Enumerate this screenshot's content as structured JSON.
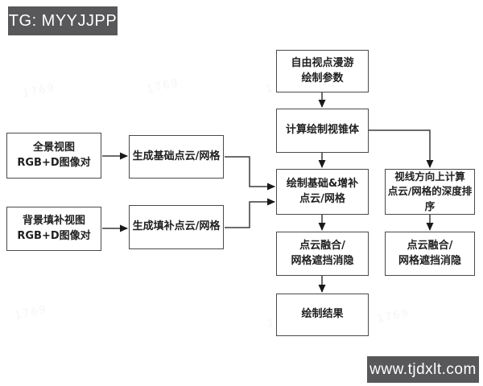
{
  "badges": {
    "top_left": {
      "text": "TG: MYYJJPP",
      "bg": "#58585a",
      "color": "#ffffff"
    },
    "bottom_right": {
      "text": "www.tjdxlt.com",
      "bg": "#58585a",
      "color": "#ffffff"
    }
  },
  "diagram": {
    "type": "flowchart",
    "nodes": [
      {
        "id": "panorama-input",
        "lines": [
          "全景视图",
          "RGB+D图像对"
        ]
      },
      {
        "id": "bgfill-input",
        "lines": [
          "背景填补视图",
          "RGB+D图像对"
        ]
      },
      {
        "id": "gen-base-cloud",
        "lines": [
          "生成基础点云/网格"
        ]
      },
      {
        "id": "gen-fill-cloud",
        "lines": [
          "生成填补点云/网格"
        ]
      },
      {
        "id": "free-viewpoint",
        "lines": [
          "自由视点漫游",
          "绘制参数"
        ]
      },
      {
        "id": "compute-frustum",
        "lines": [
          "计算绘制视锥体"
        ]
      },
      {
        "id": "render-base-supp",
        "lines": [
          "绘制基础&增补",
          "点云/网格"
        ]
      },
      {
        "id": "depth-sort",
        "lines": [
          "视线方向上计算",
          "点云/网格的深度排序"
        ]
      },
      {
        "id": "fusion-left",
        "lines": [
          "点云融合/",
          "网格遮挡消隐"
        ]
      },
      {
        "id": "fusion-right",
        "lines": [
          "点云融合/",
          "网格遮挡消隐"
        ]
      },
      {
        "id": "render-result",
        "lines": [
          "绘制结果"
        ]
      }
    ],
    "edges": [
      {
        "from": "panorama-input",
        "to": "gen-base-cloud"
      },
      {
        "from": "bgfill-input",
        "to": "gen-fill-cloud"
      },
      {
        "from": "gen-base-cloud",
        "to": "render-base-supp"
      },
      {
        "from": "gen-fill-cloud",
        "to": "render-base-supp"
      },
      {
        "from": "free-viewpoint",
        "to": "compute-frustum"
      },
      {
        "from": "compute-frustum",
        "to": "render-base-supp"
      },
      {
        "from": "compute-frustum",
        "to": "depth-sort"
      },
      {
        "from": "render-base-supp",
        "to": "fusion-left"
      },
      {
        "from": "depth-sort",
        "to": "fusion-right"
      },
      {
        "from": "fusion-left",
        "to": "render-result"
      }
    ],
    "line_color": "#3c3c3c",
    "border_color": "#4a4a4a"
  },
  "watermark": {
    "text": "1769"
  }
}
